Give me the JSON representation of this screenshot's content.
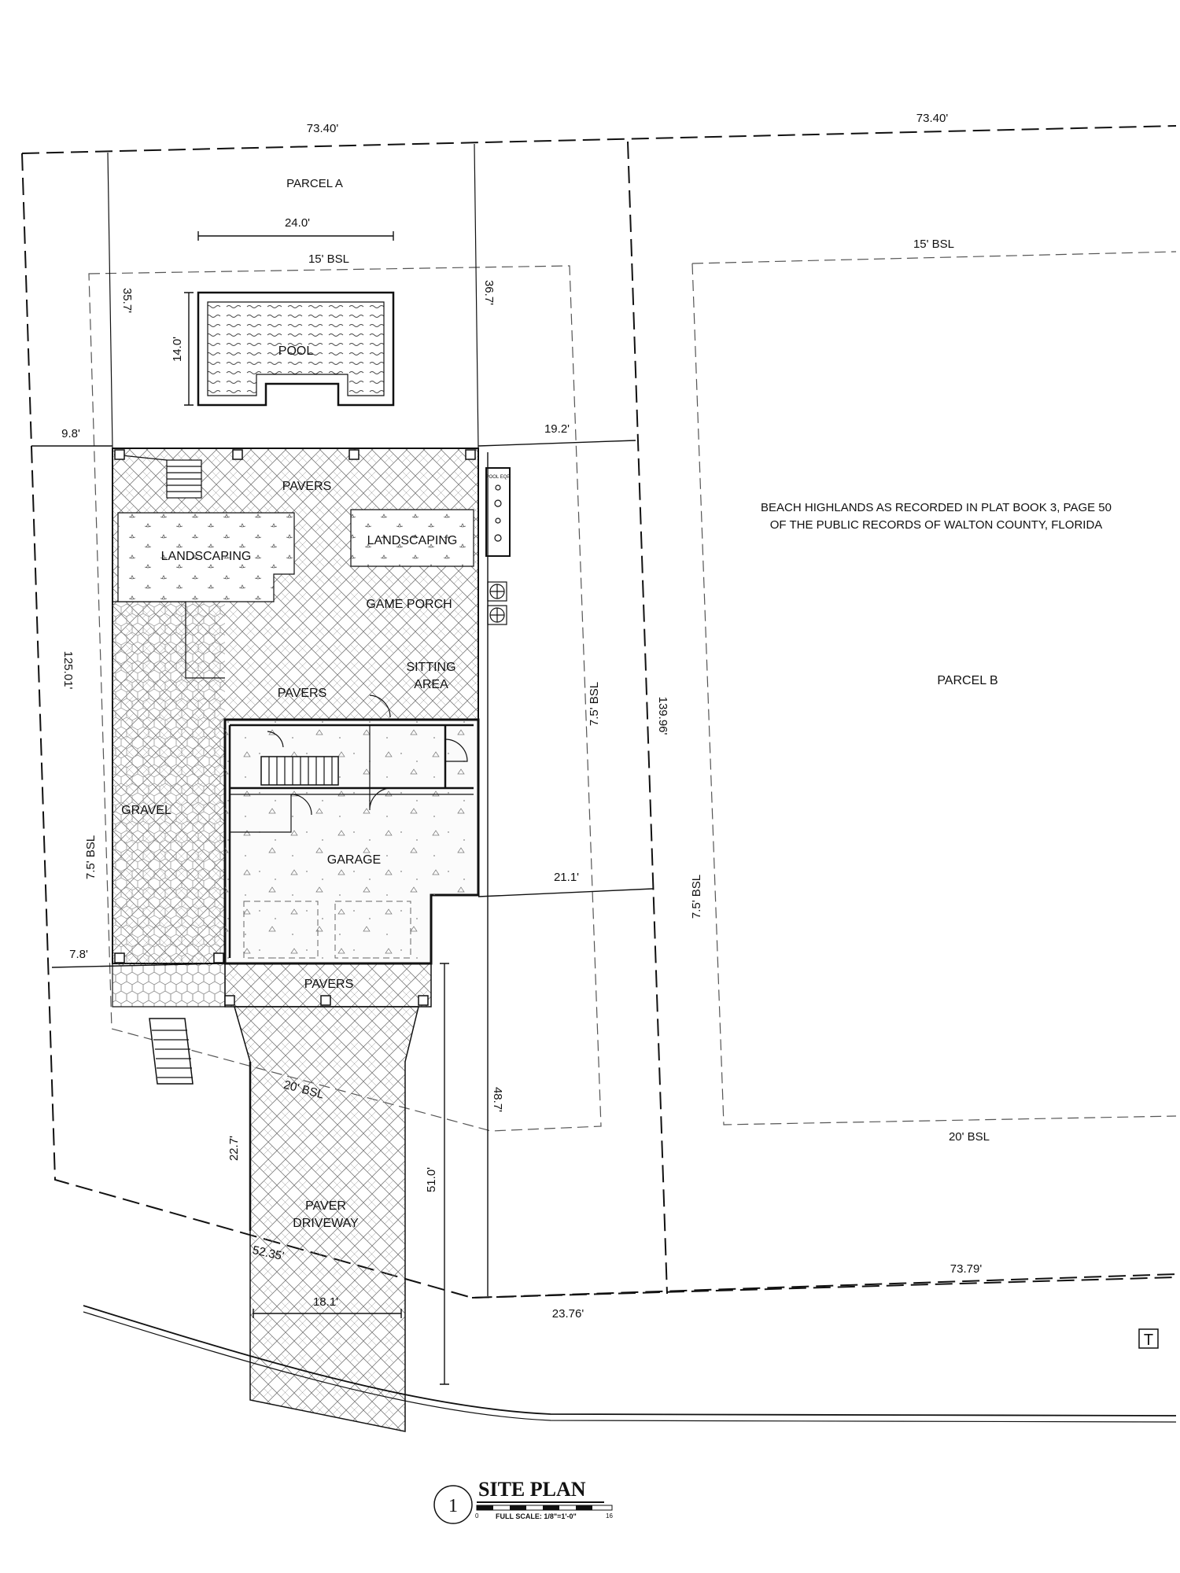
{
  "labels": {
    "top_left_width": "73.40'",
    "top_right_width": "73.40'",
    "parcel_a": "PARCEL A",
    "pool_width": "24.0'",
    "bsl_15_left": "15' BSL",
    "bsl_15_right": "15' BSL",
    "dim_35_7": "35.7'",
    "dim_36_7": "36.7'",
    "pool_depth": "14.0'",
    "pool": "POOL",
    "dim_9_8": "9.8'",
    "dim_19_2": "19.2'",
    "pavers_top": "PAVERS",
    "pool_equipment": "POOL EQP",
    "landscaping_left": "LANDSCAPING",
    "landscaping_right": "LANDSCAPING",
    "game_porch": "GAME PORCH",
    "sitting_area_1": "SITTING",
    "sitting_area_2": "AREA",
    "pavers_mid": "PAVERS",
    "dim_125_01": "125.01'",
    "bsl_7_5_mid": "7.5' BSL",
    "dim_139_96": "139.96'",
    "beach_highlands_1": "BEACH HIGHLANDS AS RECORDED IN PLAT BOOK 3, PAGE 50",
    "beach_highlands_2": "OF THE PUBLIC RECORDS OF WALTON COUNTY, FLORIDA",
    "parcel_b": "PARCEL B",
    "gravel": "GRAVEL",
    "garage": "GARAGE",
    "bsl_7_5_left": "7.5' BSL",
    "dim_21_1": "21.1'",
    "bsl_7_5_right": "7.5' BSL",
    "dim_7_8": "7.8'",
    "pavers_bottom": "PAVERS",
    "bsl_20_left": "20' BSL",
    "dim_48_7": "48.7'",
    "bsl_20_right": "20' BSL",
    "dim_22_7": "22.7'",
    "dim_51_0": "51.0'",
    "paver_driveway_1": "PAVER",
    "paver_driveway_2": "DRIVEWAY",
    "dim_52_35": "52.35'",
    "dim_73_79": "73.79'",
    "dim_18_1": "18.1'",
    "dim_23_76": "23.76'",
    "north_symbol": "T"
  },
  "title_block": {
    "number": "1",
    "title": "SITE PLAN",
    "scale": "FULL SCALE: 1/8\"=1'-0\"",
    "scale_start": "0",
    "scale_end": "16"
  }
}
